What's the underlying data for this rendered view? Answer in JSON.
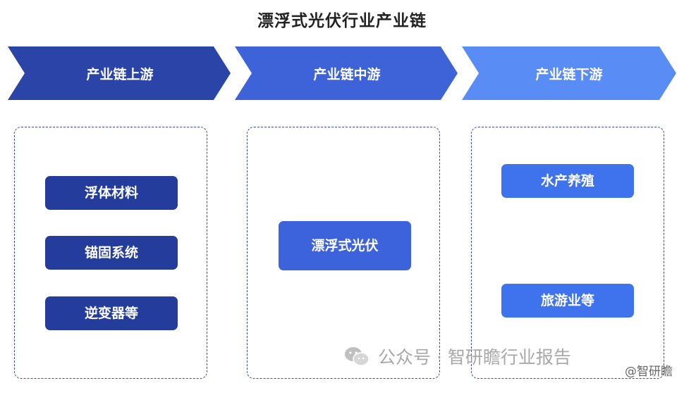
{
  "title": "漂浮式光伏行业产业链",
  "stages": [
    {
      "label": "产业链上游",
      "color": "#2a44a8"
    },
    {
      "label": "产业链中游",
      "color": "#3e63d8"
    },
    {
      "label": "产业链下游",
      "color": "#5a8cf5"
    }
  ],
  "upstream": {
    "items": [
      "浮体材料",
      "锚固系统",
      "逆变器等"
    ]
  },
  "midstream": {
    "items": [
      "漂浮式光伏"
    ]
  },
  "downstream": {
    "items": [
      "水产养殖",
      "旅游业等"
    ]
  },
  "watermark": {
    "text": "公众号 · 智研瞻行业报告",
    "icon": "wechat-icon"
  },
  "credit": {
    "text": "@智研瞻"
  }
}
